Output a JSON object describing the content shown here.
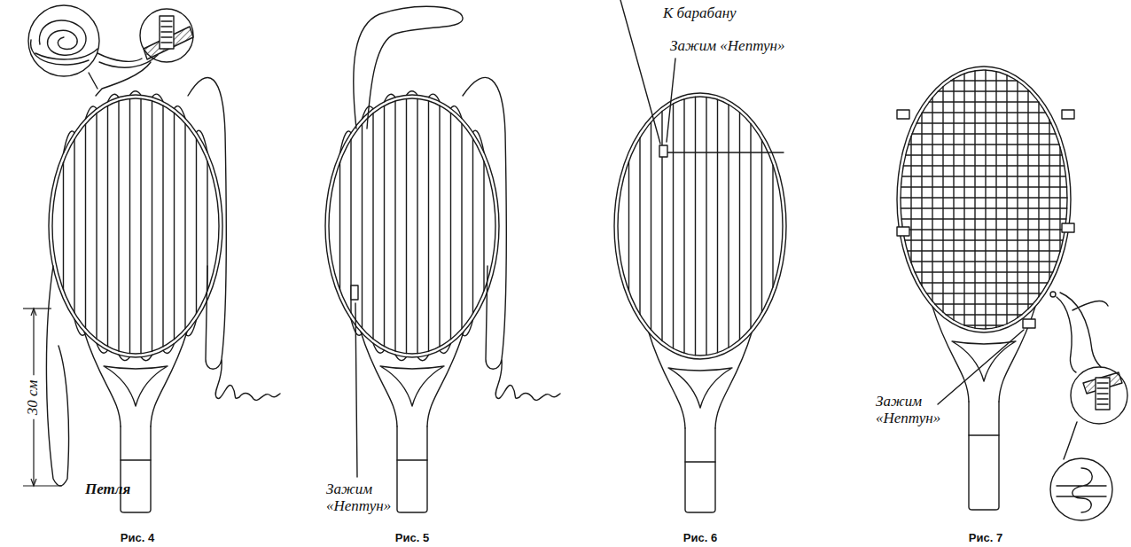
{
  "diagram": {
    "labels": [
      "30 см",
      "Петля",
      "Рис. 4",
      "Зажим «Нептун»",
      "Рис. 5",
      "К барабану",
      "Зажим «Нептун»",
      "Рис. 6",
      "Зажим «Нептун»",
      "Рис. 7"
    ]
  }
}
